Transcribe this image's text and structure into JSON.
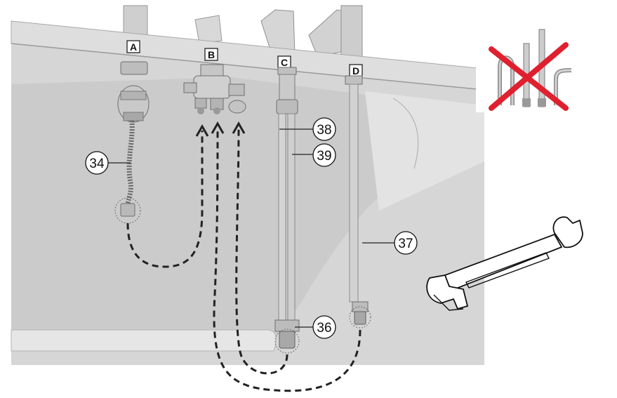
{
  "letters": [
    "A",
    "B",
    "C",
    "D"
  ],
  "callouts": [
    "34",
    "38",
    "39",
    "37",
    "36"
  ],
  "colors": {
    "counter": "#dcdcdc",
    "counter_edge": "#b8b8b8",
    "basin": "#c8c8c8",
    "basin_dark": "#b2b2b2",
    "metal": "#d2d2d2",
    "metal_dark": "#8a8a8a",
    "line": "#222222",
    "forbidden": "#e0202e"
  },
  "icons": {
    "forbidden": "no-rigid-hoses-icon",
    "tool": "open-end-wrench-icon"
  }
}
